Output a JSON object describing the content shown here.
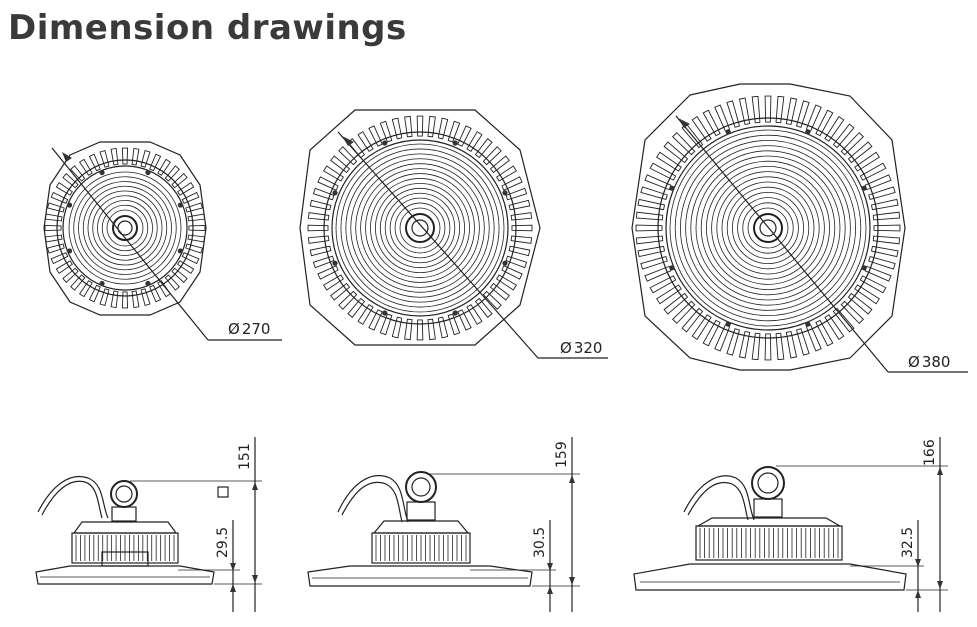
{
  "title": "Dimension drawings",
  "top_views": [
    {
      "diameter_label": "270"
    },
    {
      "diameter_label": "320"
    },
    {
      "diameter_label": "380"
    }
  ],
  "side_views": [
    {
      "total_height_label": "151",
      "housing_height_label": "29.5"
    },
    {
      "total_height_label": "159",
      "housing_height_label": "30.5"
    },
    {
      "total_height_label": "166",
      "housing_height_label": "32.5"
    }
  ],
  "diameter_symbol": "Ø"
}
